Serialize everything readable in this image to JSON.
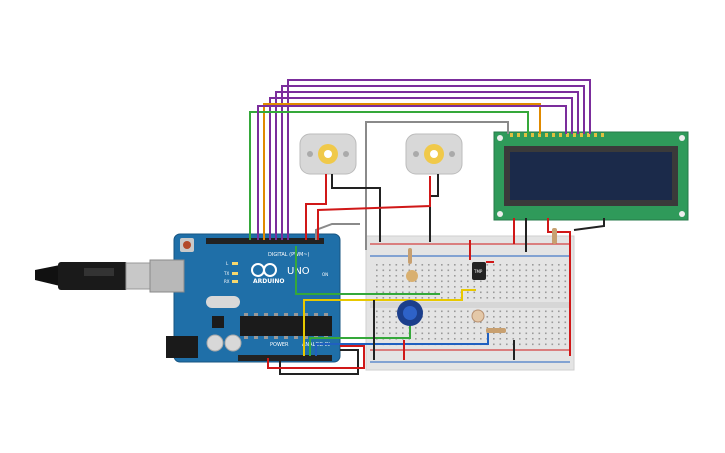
{
  "arduino": {
    "brand": "ARDUINO",
    "model": "UNO",
    "digital_label": "DIGITAL (PWM~)",
    "power_label": "POWER",
    "analog_label": "ANALOG IN",
    "led_labels": [
      "L",
      "TX",
      "RX"
    ],
    "on_label": "ON",
    "board_color": "#1f6fa8",
    "icon": "infinity-logo-icon"
  },
  "lcd": {
    "board_color": "#2f9a5a",
    "screen_color": "#1b2a4a"
  },
  "sensor": {
    "label": "TMP"
  },
  "wire_colors": {
    "purple": "#7b2d9c",
    "orange": "#e08a00",
    "green": "#35a83a",
    "grey": "#8a8a8a",
    "black": "#222222",
    "red": "#d01818",
    "yellow": "#e8c800",
    "blue": "#2060c0"
  }
}
